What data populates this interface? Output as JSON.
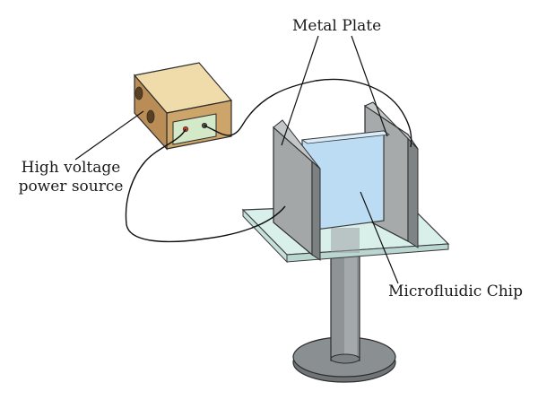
{
  "labels": {
    "metal_plate": "Metal Plate",
    "power_source_line1": "High voltage",
    "power_source_line2": "power source",
    "microfluidic_chip": "Microfluidic Chip"
  },
  "colors": {
    "power_box_top": "#efd9a8",
    "power_box_front": "#cfa56a",
    "power_box_side": "#b88a50",
    "power_panel": "#cfe6c4",
    "plate_face": "#a9acad",
    "plate_edge": "#8a8e90",
    "chip": "#bfdcf2",
    "base": "#d6ece8",
    "pole": "#8c9194",
    "foot": "#7f8587",
    "wire": "#000000"
  }
}
